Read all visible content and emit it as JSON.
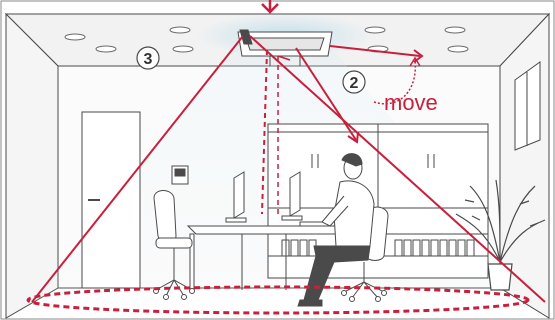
{
  "labels": {
    "step_3": "3",
    "step_2": "2",
    "move": "move"
  },
  "colors": {
    "accent_red": "#c8203c",
    "line_gray": "#4a4a4a",
    "light_gray": "#bfbfbf",
    "wall_fill": "#f7f7f7",
    "airflow_blue": "#9fd3e8"
  },
  "icons": {
    "top_arrow": "arrow-down-icon",
    "ac_unit": "ceiling-cassette-ac-icon",
    "person": "seated-office-worker-icon",
    "plant": "potted-palm-icon"
  }
}
